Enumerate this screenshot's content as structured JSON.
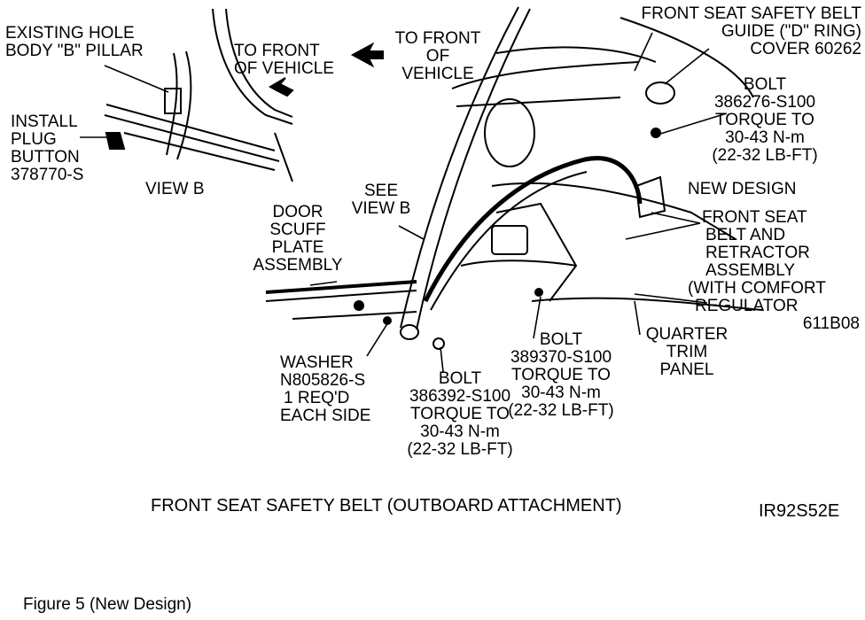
{
  "labels": {
    "existing_hole": [
      "EXISTING HOLE",
      "BODY \"B\" PILLAR"
    ],
    "to_front_left": [
      "TO FRONT",
      "OF VEHICLE"
    ],
    "to_front_right": [
      "TO FRONT",
      "OF",
      "VEHICLE"
    ],
    "install_plug": [
      "INSTALL",
      "PLUG",
      "BUTTON",
      "378770-S"
    ],
    "view_b": "VIEW B",
    "see_view_b": [
      "SEE",
      "VIEW B"
    ],
    "door_scuff": [
      "DOOR",
      "SCUFF",
      "PLATE",
      "ASSEMBLY"
    ],
    "d_ring_cover": [
      "FRONT SEAT SAFETY BELT",
      "GUIDE (\"D\" RING)",
      "COVER 60262"
    ],
    "bolt_top": [
      "BOLT",
      "386276-S100",
      "TORQUE TO",
      "30-43 N-m",
      "(22-32 LB-FT)"
    ],
    "new_design": "NEW DESIGN",
    "retractor": [
      "FRONT SEAT",
      "BELT AND",
      "RETRACTOR",
      "ASSEMBLY",
      "(WITH COMFORT",
      "REGULATOR",
      "611B08"
    ],
    "quarter_trim": [
      "QUARTER",
      "TRIM",
      "PANEL"
    ],
    "bolt_mid": [
      "BOLT",
      "389370-S100",
      "TORQUE TO",
      "30-43 N-m",
      "(22-32 LB-FT)"
    ],
    "washer": [
      "WASHER",
      "N805826-S",
      "1 REQ'D",
      "EACH SIDE"
    ],
    "bolt_low": [
      "BOLT",
      "386392-S100",
      "TORQUE TO",
      "30-43 N-m",
      "(22-32 LB-FT)"
    ]
  },
  "caption": "FRONT SEAT SAFETY BELT (OUTBOARD ATTACHMENT)",
  "figure_code": "IR92S52E",
  "figure_title": "Figure 5 (New Design)",
  "colors": {
    "ink": "#000000",
    "paper": "#ffffff"
  }
}
